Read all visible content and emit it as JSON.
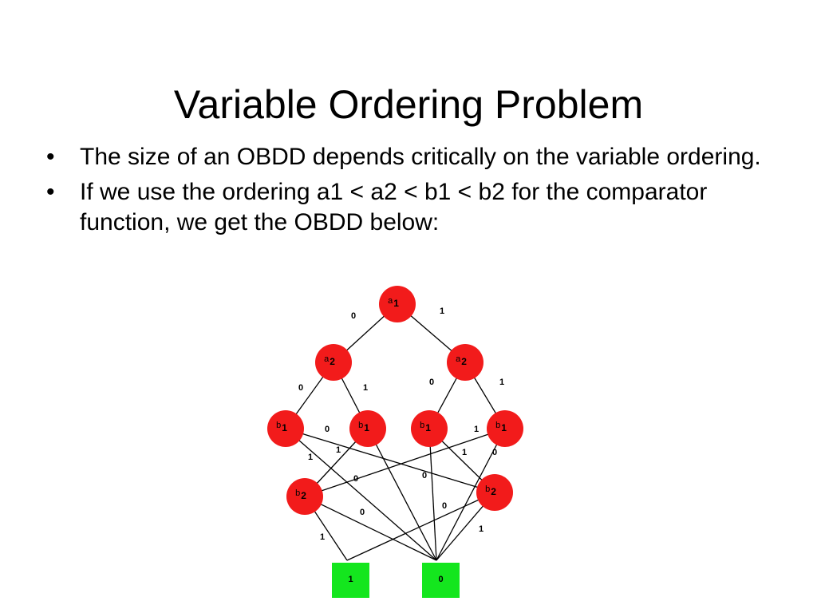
{
  "slide": {
    "title": "Variable Ordering Problem",
    "bullets": [
      "The size of an OBDD depends critically on the variable ordering.",
      "If we use the ordering a1 < a2 < b1 < b2 for the comparator function, we get the OBDD below:"
    ],
    "bullet_symbol": "•"
  },
  "diagram": {
    "colors": {
      "node": "#f21b1b",
      "terminal": "#14e61e",
      "edge": "#000000"
    },
    "nodes": [
      {
        "id": "a1",
        "var": "a",
        "sub": "1"
      },
      {
        "id": "a2L",
        "var": "a",
        "sub": "2"
      },
      {
        "id": "a2R",
        "var": "a",
        "sub": "2"
      },
      {
        "id": "b1A",
        "var": "b",
        "sub": "1"
      },
      {
        "id": "b1B",
        "var": "b",
        "sub": "1"
      },
      {
        "id": "b1C",
        "var": "b",
        "sub": "1"
      },
      {
        "id": "b1D",
        "var": "b",
        "sub": "1"
      },
      {
        "id": "b2L",
        "var": "b",
        "sub": "2"
      },
      {
        "id": "b2R",
        "var": "b",
        "sub": "2"
      }
    ],
    "terminals": [
      {
        "id": "t1",
        "label": "1"
      },
      {
        "id": "t0",
        "label": "0"
      }
    ],
    "edges": [
      {
        "from": "a1",
        "to": "a2L",
        "label": "0"
      },
      {
        "from": "a1",
        "to": "a2R",
        "label": "1"
      },
      {
        "from": "a2L",
        "to": "b1A",
        "label": "0"
      },
      {
        "from": "a2L",
        "to": "b1B",
        "label": "1"
      },
      {
        "from": "a2R",
        "to": "b1C",
        "label": "0"
      },
      {
        "from": "a2R",
        "to": "b1D",
        "label": "1"
      },
      {
        "from": "b1A",
        "to": "b2R",
        "label": "0"
      },
      {
        "from": "b1A",
        "to": "t0",
        "label": "1"
      },
      {
        "from": "b1B",
        "to": "b2L",
        "label": "1"
      },
      {
        "from": "b1B",
        "to": "t0",
        "label": "0"
      },
      {
        "from": "b1C",
        "to": "t0",
        "label": "0"
      },
      {
        "from": "b1C",
        "to": "b2R",
        "label": "1"
      },
      {
        "from": "b1D",
        "to": "b2L",
        "label": "1"
      },
      {
        "from": "b1D",
        "to": "t0",
        "label": "0"
      },
      {
        "from": "b2L",
        "to": "t1",
        "label": "1"
      },
      {
        "from": "b2L",
        "to": "t0",
        "label": "0"
      },
      {
        "from": "b2R",
        "to": "t1",
        "label": "0"
      },
      {
        "from": "b2R",
        "to": "t0",
        "label": "1"
      }
    ]
  }
}
